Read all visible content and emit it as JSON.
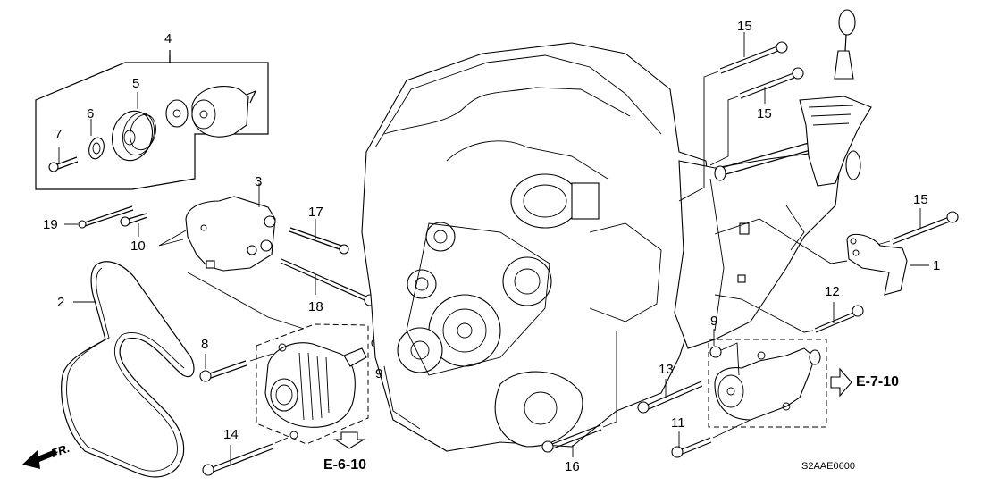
{
  "diagram": {
    "title_code": "S2AAE0600",
    "colors": {
      "line": "#000000",
      "background": "#ffffff"
    },
    "direction_indicator": {
      "label": "FR.",
      "icon": "arrow-left-down-icon"
    },
    "references": [
      {
        "label": "E-6-10",
        "icon": "arrow-down-outline-icon"
      },
      {
        "label": "E-7-10",
        "icon": "arrow-right-outline-icon"
      }
    ],
    "callouts": [
      {
        "id": "c4",
        "number": "4",
        "part": "tensioner-assembly"
      },
      {
        "id": "c5",
        "number": "5",
        "part": "idler-pulley"
      },
      {
        "id": "c6",
        "number": "6",
        "part": "pulley-cover"
      },
      {
        "id": "c7",
        "number": "7",
        "part": "pulley-bolt"
      },
      {
        "id": "c3",
        "number": "3",
        "part": "tensioner-bracket"
      },
      {
        "id": "c19",
        "number": "19",
        "part": "bolt"
      },
      {
        "id": "c10",
        "number": "10",
        "part": "bolt"
      },
      {
        "id": "c17",
        "number": "17",
        "part": "bolt"
      },
      {
        "id": "c18",
        "number": "18",
        "part": "bolt"
      },
      {
        "id": "c2",
        "number": "2",
        "part": "drive-belt"
      },
      {
        "id": "c8",
        "number": "8",
        "part": "bolt"
      },
      {
        "id": "c9a",
        "number": "9",
        "part": "nut"
      },
      {
        "id": "c14",
        "number": "14",
        "part": "bolt"
      },
      {
        "id": "c15a",
        "number": "15",
        "part": "bolt"
      },
      {
        "id": "c15b",
        "number": "15",
        "part": "bolt"
      },
      {
        "id": "c15c",
        "number": "15",
        "part": "bolt"
      },
      {
        "id": "c1",
        "number": "1",
        "part": "bracket"
      },
      {
        "id": "c12",
        "number": "12",
        "part": "bolt"
      },
      {
        "id": "c9b",
        "number": "9",
        "part": "nut"
      },
      {
        "id": "c13",
        "number": "13",
        "part": "bolt"
      },
      {
        "id": "c11",
        "number": "11",
        "part": "bolt"
      },
      {
        "id": "c16",
        "number": "16",
        "part": "bolt"
      }
    ]
  }
}
